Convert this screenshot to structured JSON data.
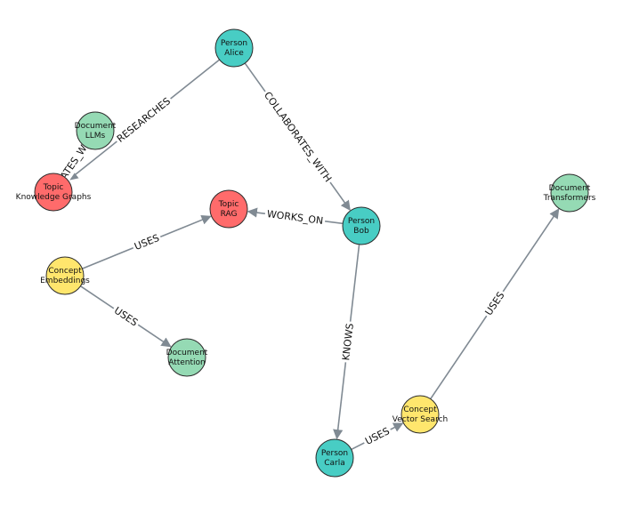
{
  "graph": {
    "nodes": [
      {
        "id": "alice",
        "type": "Person",
        "name": "Alice",
        "color": "#48cdc4"
      },
      {
        "id": "bob",
        "type": "Person",
        "name": "Bob",
        "color": "#48cdc4"
      },
      {
        "id": "carla",
        "type": "Person",
        "name": "Carla",
        "color": "#48cdc4"
      },
      {
        "id": "rag",
        "type": "Topic",
        "name": "RAG",
        "color": "#ff6b6b"
      },
      {
        "id": "kg",
        "type": "Topic",
        "name": "Knowledge Graphs",
        "color": "#ff6b6b"
      },
      {
        "id": "embeddings",
        "type": "Concept",
        "name": "Embeddings",
        "color": "#ffe66d"
      },
      {
        "id": "vector",
        "type": "Concept",
        "name": "Vector Search",
        "color": "#ffe66d"
      },
      {
        "id": "llms",
        "type": "Document",
        "name": "LLMs",
        "color": "#95dab4"
      },
      {
        "id": "attention",
        "type": "Document",
        "name": "Attention",
        "color": "#95dab4"
      },
      {
        "id": "transformers",
        "type": "Document",
        "name": "Transformers",
        "color": "#95dab4"
      }
    ],
    "edges": [
      {
        "from": "alice",
        "to": "bob",
        "label": "COLLABORATES_WITH"
      },
      {
        "from": "alice",
        "to": "kg",
        "label": "RESEARCHES"
      },
      {
        "from": "kg",
        "to": "llms",
        "label": "INTEGRATES_WITH"
      },
      {
        "from": "bob",
        "to": "rag",
        "label": "WORKS_ON"
      },
      {
        "from": "bob",
        "to": "carla",
        "label": "KNOWS"
      },
      {
        "from": "embeddings",
        "to": "rag",
        "label": "USES"
      },
      {
        "from": "embeddings",
        "to": "attention",
        "label": "USES"
      },
      {
        "from": "carla",
        "to": "vector",
        "label": "USES"
      },
      {
        "from": "vector",
        "to": "transformers",
        "label": "USES"
      }
    ]
  }
}
